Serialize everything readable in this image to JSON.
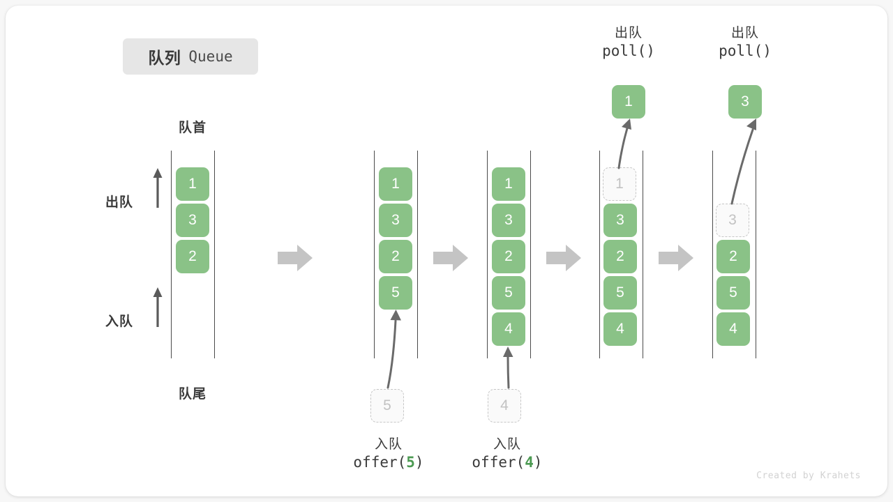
{
  "title": {
    "cn": "队列",
    "en": "Queue"
  },
  "labels": {
    "head": "队首",
    "tail": "队尾",
    "dequeue_arrow": "出队",
    "enqueue_arrow": "入队"
  },
  "watermark": "Created by Krahets",
  "colors": {
    "element_fill": "#8ac287",
    "element_text": "#ffffff",
    "ghost_border": "#c6c6c6",
    "ghost_text": "#c2c2c2",
    "rail": "#4a4a4a",
    "arrow": "#5a5a5a",
    "block_arrow": "#c4c4c4",
    "badge_bg": "#e6e6e6",
    "accent_code": "#4c9a52"
  },
  "stages": [
    {
      "id": "initial",
      "cells": [
        {
          "value": "1",
          "state": "solid"
        },
        {
          "value": "3",
          "state": "solid"
        },
        {
          "value": "2",
          "state": "solid"
        }
      ],
      "top_label": null,
      "top_result": null,
      "bottom_label": null,
      "bottom_ghost": null
    },
    {
      "id": "after-offer-5",
      "cells": [
        {
          "value": "1",
          "state": "solid"
        },
        {
          "value": "3",
          "state": "solid"
        },
        {
          "value": "2",
          "state": "solid"
        },
        {
          "value": "5",
          "state": "solid"
        }
      ],
      "top_label": null,
      "top_result": null,
      "bottom_label": {
        "cn": "入队",
        "code_prefix": "offer(",
        "code_arg": "5",
        "code_suffix": ")"
      },
      "bottom_ghost": {
        "value": "5",
        "state": "ghost"
      }
    },
    {
      "id": "after-offer-4",
      "cells": [
        {
          "value": "1",
          "state": "solid"
        },
        {
          "value": "3",
          "state": "solid"
        },
        {
          "value": "2",
          "state": "solid"
        },
        {
          "value": "5",
          "state": "solid"
        },
        {
          "value": "4",
          "state": "solid"
        }
      ],
      "top_label": null,
      "top_result": null,
      "bottom_label": {
        "cn": "入队",
        "code_prefix": "offer(",
        "code_arg": "4",
        "code_suffix": ")"
      },
      "bottom_ghost": {
        "value": "4",
        "state": "ghost"
      }
    },
    {
      "id": "after-poll-1",
      "cells": [
        {
          "value": "1",
          "state": "ghost"
        },
        {
          "value": "3",
          "state": "solid"
        },
        {
          "value": "2",
          "state": "solid"
        },
        {
          "value": "5",
          "state": "solid"
        },
        {
          "value": "4",
          "state": "solid"
        }
      ],
      "top_label": {
        "cn": "出队",
        "code": "poll()"
      },
      "top_result": {
        "value": "1",
        "state": "solid"
      },
      "bottom_label": null,
      "bottom_ghost": null
    },
    {
      "id": "after-poll-3",
      "cells": [
        {
          "value": "",
          "state": "empty"
        },
        {
          "value": "3",
          "state": "ghost"
        },
        {
          "value": "2",
          "state": "solid"
        },
        {
          "value": "5",
          "state": "solid"
        },
        {
          "value": "4",
          "state": "solid"
        }
      ],
      "top_label": {
        "cn": "出队",
        "code": "poll()"
      },
      "top_result": {
        "value": "3",
        "state": "solid"
      },
      "bottom_label": null,
      "bottom_ghost": null
    }
  ]
}
